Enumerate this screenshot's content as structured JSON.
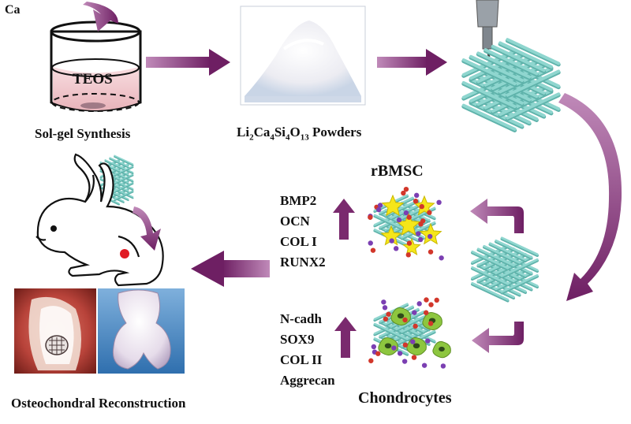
{
  "labels": {
    "ca": "Ca",
    "teos": "TEOS",
    "sol_gel": "Sol-gel Synthesis",
    "powder_formula": [
      "Li",
      "2",
      "Ca",
      "4",
      "Si",
      "4",
      "O",
      "13",
      " Powders"
    ],
    "rbmsc": "rBMSC",
    "chondrocytes": "Chondrocytes",
    "osteochondral": "Osteochondral Reconstruction"
  },
  "bone_markers": [
    "BMP2",
    "OCN",
    "COL I",
    "RUNX2"
  ],
  "cartilage_markers": [
    "N-cadh",
    "SOX9",
    "COL II",
    "Aggrecan"
  ],
  "colors": {
    "arrow": "#7a2a6e",
    "arrow_light": "#a05a98",
    "scaffold": "#8fd6cf",
    "scaffold_dark": "#5fb3ab",
    "yellow_cell": "#f5e61a",
    "green_cell": "#8dc63f",
    "red_dot": "#d2372b",
    "purple_dot": "#7b3fb2",
    "beaker_fill": "#f2c9cf",
    "tissue_red": "#a8332d"
  }
}
